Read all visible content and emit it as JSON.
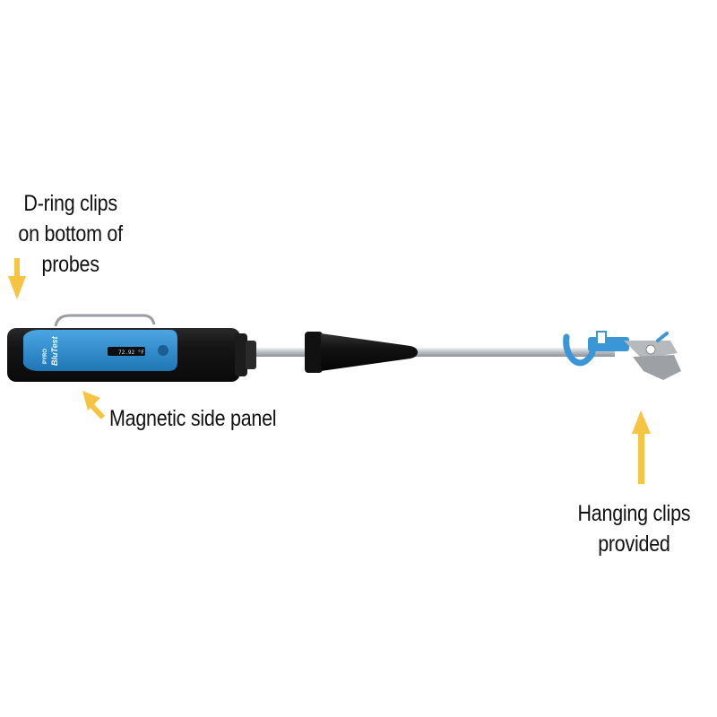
{
  "annotations": {
    "dring": {
      "lines": [
        "D-ring clips",
        "on bottom of",
        "probes"
      ]
    },
    "magnetic": {
      "text": "Magnetic side panel"
    },
    "hanging": {
      "lines": [
        "Hanging clips",
        "provided"
      ]
    }
  },
  "device": {
    "brand_text": "BluTest",
    "logo_text": "PYRO",
    "display_reading": "72.92 °F"
  },
  "colors": {
    "arrow": "#F6C343",
    "body": "#141414",
    "panel_blue": "#2E8FD0",
    "steel": "#C9CCCF",
    "clip_blue": "#3A96D6"
  }
}
